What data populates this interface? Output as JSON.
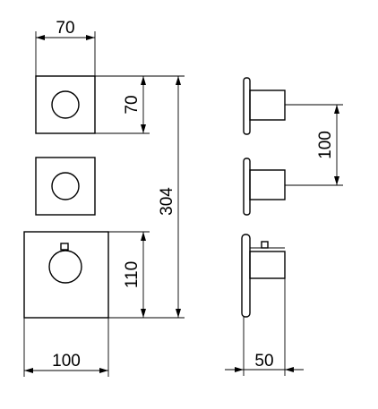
{
  "dimensions": {
    "top_width": "70",
    "top_height": "70",
    "total_height": "304",
    "thermo_height": "110",
    "thermo_width": "100",
    "side_spacing": "100",
    "side_depth": "50"
  }
}
